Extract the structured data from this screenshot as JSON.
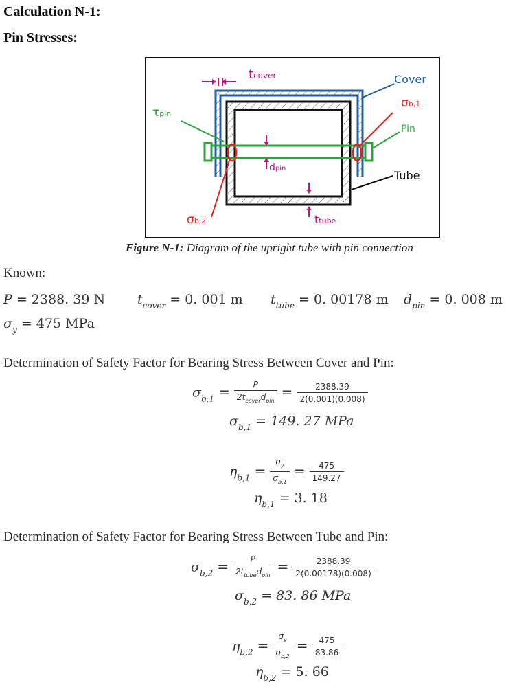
{
  "headings": {
    "calc": "Calculation N-1:",
    "pin": "Pin Stresses:"
  },
  "figure": {
    "caption_label": "Figure N-1:",
    "caption_text": "Diagram of the upright tube with pin connection",
    "labels": {
      "t_cover": "t",
      "t_cover_sub": "cover",
      "cover": "Cover",
      "sigma_b1": "σ",
      "sigma_b1_sub": "b,1",
      "pin": "Pin",
      "tau": "τ",
      "tau_sub": "pin",
      "d": "d",
      "d_sub": "pin",
      "tube": "Tube",
      "sigma_b2": "σ",
      "sigma_b2_sub": "b,2",
      "t_tube": "t",
      "t_tube_sub": "tube"
    },
    "colors": {
      "magenta": "#c0157e",
      "blue": "#1f5fa8",
      "green": "#2aa63a",
      "red": "#e0231f",
      "black": "#111111"
    }
  },
  "known": {
    "label": "Known:",
    "P": "P",
    "P_val": "= 2388. 39 N",
    "tc": "t",
    "tc_sub": "cover",
    "tc_val": "= 0. 001 m",
    "tt": "t",
    "tt_sub": "tube",
    "tt_val": "= 0. 00178 m",
    "d": "d",
    "d_sub": "pin",
    "d_val": "= 0. 008 m",
    "sy": "σ",
    "sy_sub": "y",
    "sy_val": "= 475 MPa"
  },
  "sec1": {
    "title": "Determination of Safety Factor for Bearing Stress Between Cover and Pin:",
    "sigma": "σ",
    "sigma_sub": "b,1",
    "f1_num": "P",
    "f1_den_a": "2t",
    "f1_den_sub1": "cover",
    "f1_den_b": "d",
    "f1_den_sub2": "pin",
    "f2_num": "2388.39",
    "f2_den": "2(0.001)(0.008)",
    "result": "= 149. 27 MPa",
    "eta": "η",
    "eta_sub": "b,1",
    "ef1_num": "σ",
    "ef1_num_sub": "y",
    "ef1_den": "σ",
    "ef1_den_sub": "b,1",
    "ef2_num": "475",
    "ef2_den": "149.27",
    "eta_result": "= 3. 18"
  },
  "sec2": {
    "title": "Determination of Safety Factor for Bearing Stress Between Tube and Pin:",
    "sigma": "σ",
    "sigma_sub": "b,2",
    "f1_num": "P",
    "f1_den_a": "2t",
    "f1_den_sub1": "tube",
    "f1_den_b": "d",
    "f1_den_sub2": "pin",
    "f2_num": "2388.39",
    "f2_den": "2(0.00178)(0.008)",
    "result": "= 83. 86 MPa",
    "eta": "η",
    "eta_sub": "b,2",
    "ef1_num": "σ",
    "ef1_num_sub": "y",
    "ef1_den": "σ",
    "ef1_den_sub": "b,2",
    "ef2_num": "475",
    "ef2_den": "83.86",
    "eta_result": "= 5. 66"
  }
}
